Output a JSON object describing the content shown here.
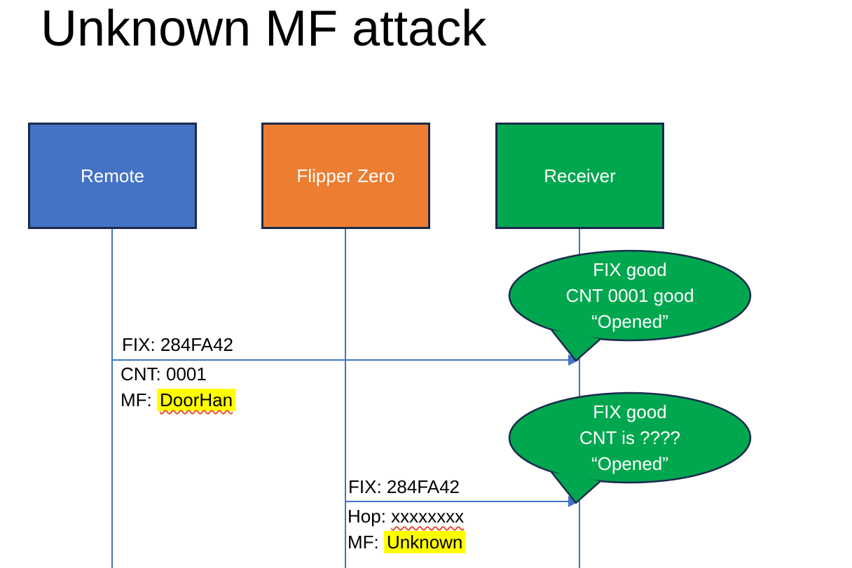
{
  "title": "Unknown MF attack",
  "colors": {
    "actor_remote_fill": "#4472C4",
    "actor_flipper_fill": "#ED7D31",
    "actor_receiver_fill": "#00A74F",
    "callout_fill": "#00A74F",
    "shape_border": "#1B2A4C",
    "connector_blue": "#4472C4",
    "highlight_yellow": "#FFFF00",
    "squiggle_red": "#E8502E",
    "text_dark": "#000000",
    "text_light": "#FFFFFF"
  },
  "actors": [
    {
      "id": "remote",
      "label": "Remote"
    },
    {
      "id": "flipper",
      "label": "Flipper Zero"
    },
    {
      "id": "receiver",
      "label": "Receiver"
    }
  ],
  "messages": [
    {
      "from": "Remote",
      "to": "Receiver",
      "lines": [
        {
          "prefix": "FIX: ",
          "value": "284FA42",
          "highlight": false,
          "squiggle": false
        },
        {
          "prefix": "CNT: ",
          "value": "0001",
          "highlight": false,
          "squiggle": false
        },
        {
          "prefix": "MF: ",
          "value": "DoorHan",
          "highlight": true,
          "squiggle": true
        }
      ]
    },
    {
      "from": "Flipper Zero",
      "to": "Receiver",
      "lines": [
        {
          "prefix": "FIX: ",
          "value": "284FA42",
          "highlight": false,
          "squiggle": false
        },
        {
          "prefix": "Hop: ",
          "value": "xxxxxxxx",
          "highlight": false,
          "squiggle": true
        },
        {
          "prefix": "MF: ",
          "value": "Unknown",
          "highlight": true,
          "squiggle": false
        }
      ]
    }
  ],
  "callouts": [
    {
      "lines": [
        "FIX good",
        "CNT 0001 good",
        "“Opened”"
      ]
    },
    {
      "lines": [
        "FIX good",
        "CNT is ????",
        "“Opened”"
      ]
    }
  ]
}
